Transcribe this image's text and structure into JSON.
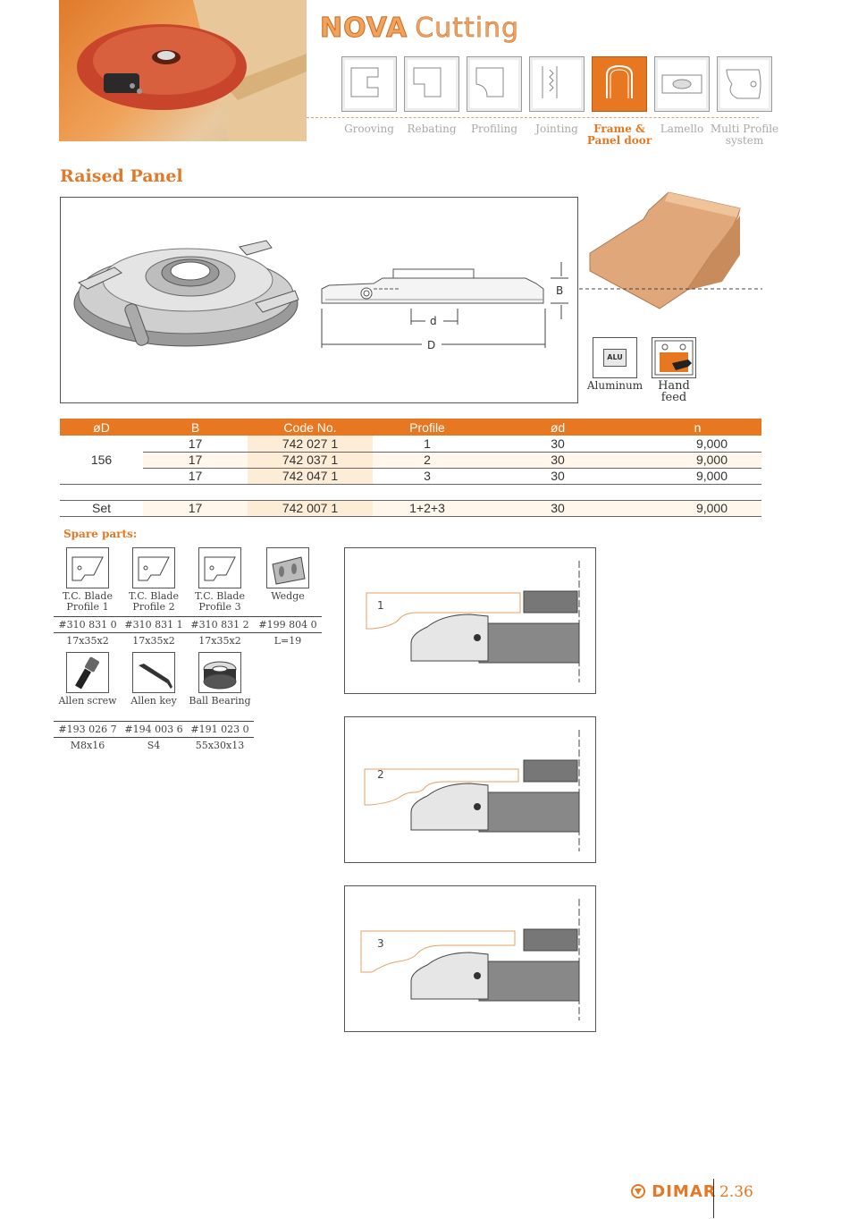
{
  "brand": {
    "nova": "NOVA",
    "cutting": "Cutting"
  },
  "categories": [
    {
      "label": "Grooving",
      "icon": "grooving-icon",
      "active": false
    },
    {
      "label": "Rebating",
      "icon": "rebating-icon",
      "active": false
    },
    {
      "label": "Profiling",
      "icon": "profiling-icon",
      "active": false
    },
    {
      "label": "Jointing",
      "icon": "jointing-icon",
      "active": false
    },
    {
      "label": "Frame &\nPanel door",
      "icon": "frame-panel-door-icon",
      "active": true
    },
    {
      "label": "Lamello",
      "icon": "lamello-icon",
      "active": false
    },
    {
      "label": "Multi Profile\nsystem",
      "icon": "multi-profile-icon",
      "active": false
    }
  ],
  "section_title": "Raised Panel",
  "drawing": {
    "label_b": "B",
    "label_d_small": "d",
    "label_d_large": "D"
  },
  "features": [
    {
      "icon_text": "ALU",
      "label": "Aluminum"
    },
    {
      "icon_text": "",
      "label": "Hand\nfeed"
    }
  ],
  "table": {
    "headers": [
      "øD",
      "B",
      "Code No.",
      "Profile",
      "ød",
      "n"
    ],
    "group_d": "156",
    "rows": [
      {
        "b": "17",
        "code": "742 027 1",
        "profile": "1",
        "bore": "30",
        "n": "9,000"
      },
      {
        "b": "17",
        "code": "742 037 1",
        "profile": "2",
        "bore": "30",
        "n": "9,000"
      },
      {
        "b": "17",
        "code": "742 047 1",
        "profile": "3",
        "bore": "30",
        "n": "9,000"
      }
    ],
    "set_row": {
      "d": "Set",
      "b": "17",
      "code": "742 007 1",
      "profile": "1+2+3",
      "bore": "30",
      "n": "9,000"
    }
  },
  "spare_title": "Spare parts:",
  "spare_parts": [
    {
      "name": "T.C. Blade\nProfile 1",
      "code": "#310 831 0",
      "size": "17x35x2",
      "icon": "blade-icon"
    },
    {
      "name": "T.C. Blade\nProfile 2",
      "code": "#310 831 1",
      "size": "17x35x2",
      "icon": "blade-icon"
    },
    {
      "name": "T.C. Blade\nProfile 3",
      "code": "#310 831 2",
      "size": "17x35x2",
      "icon": "blade-icon"
    },
    {
      "name": "Wedge",
      "code": "#199 804 0",
      "size": "L=19",
      "icon": "wedge-icon"
    },
    {
      "name": "Allen screw",
      "code": "#193 026 7",
      "size": "M8x16",
      "icon": "screw-icon"
    },
    {
      "name": "Allen key",
      "code": "#194 003 6",
      "size": "S4",
      "icon": "allen-key-icon"
    },
    {
      "name": "Ball Bearing",
      "code": "#191 023 0",
      "size": "55x30x13",
      "icon": "bearing-icon"
    }
  ],
  "profiles": [
    "1",
    "2",
    "3"
  ],
  "footer": {
    "logo": "DIMAR",
    "page": "2.36"
  },
  "colors": {
    "accent": "#e87722",
    "light_accent": "#fdecd6"
  }
}
